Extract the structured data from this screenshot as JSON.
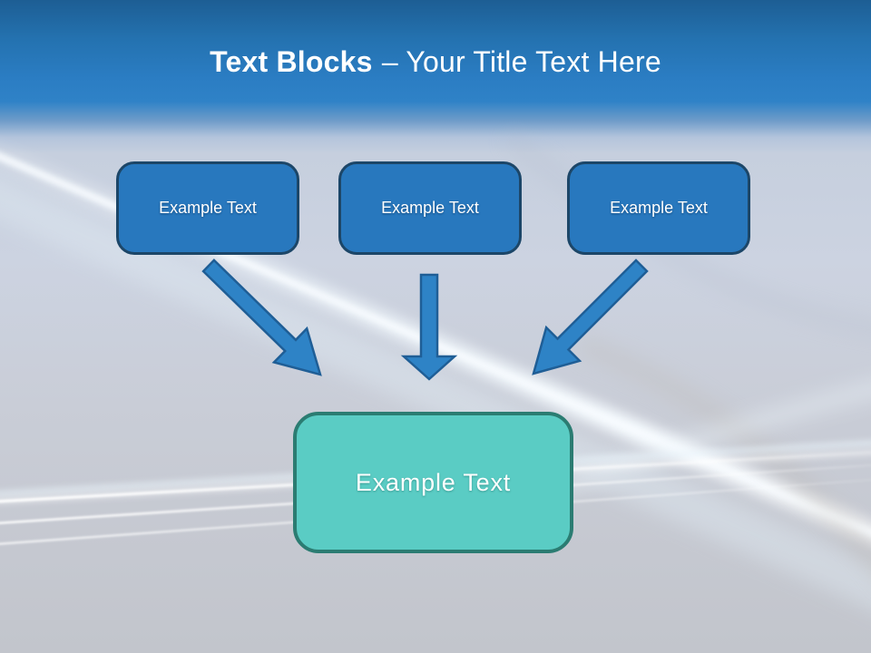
{
  "title": {
    "bold": "Text Blocks",
    "rest": "– Your Title Text Here"
  },
  "boxes": {
    "top": [
      {
        "label": "Example Text"
      },
      {
        "label": "Example Text"
      },
      {
        "label": "Example Text"
      }
    ],
    "bottom": {
      "label": "Example Text"
    }
  },
  "icons": {
    "arrows": [
      "arrow-down-right-icon",
      "arrow-down-icon",
      "arrow-down-left-icon"
    ]
  },
  "colors": {
    "title_text": "#FFFFFF",
    "box_fill": "#2878BE",
    "box_border": "#1C4668",
    "arrow_fill": "#2E83C6",
    "arrow_border": "#1F5E96",
    "teal_fill": "#5ACCC4",
    "teal_border": "#2B7C72",
    "header_top": "#1D5E94",
    "header_mid": "#2C7EC4",
    "bg_light": "#CBD3E1"
  }
}
